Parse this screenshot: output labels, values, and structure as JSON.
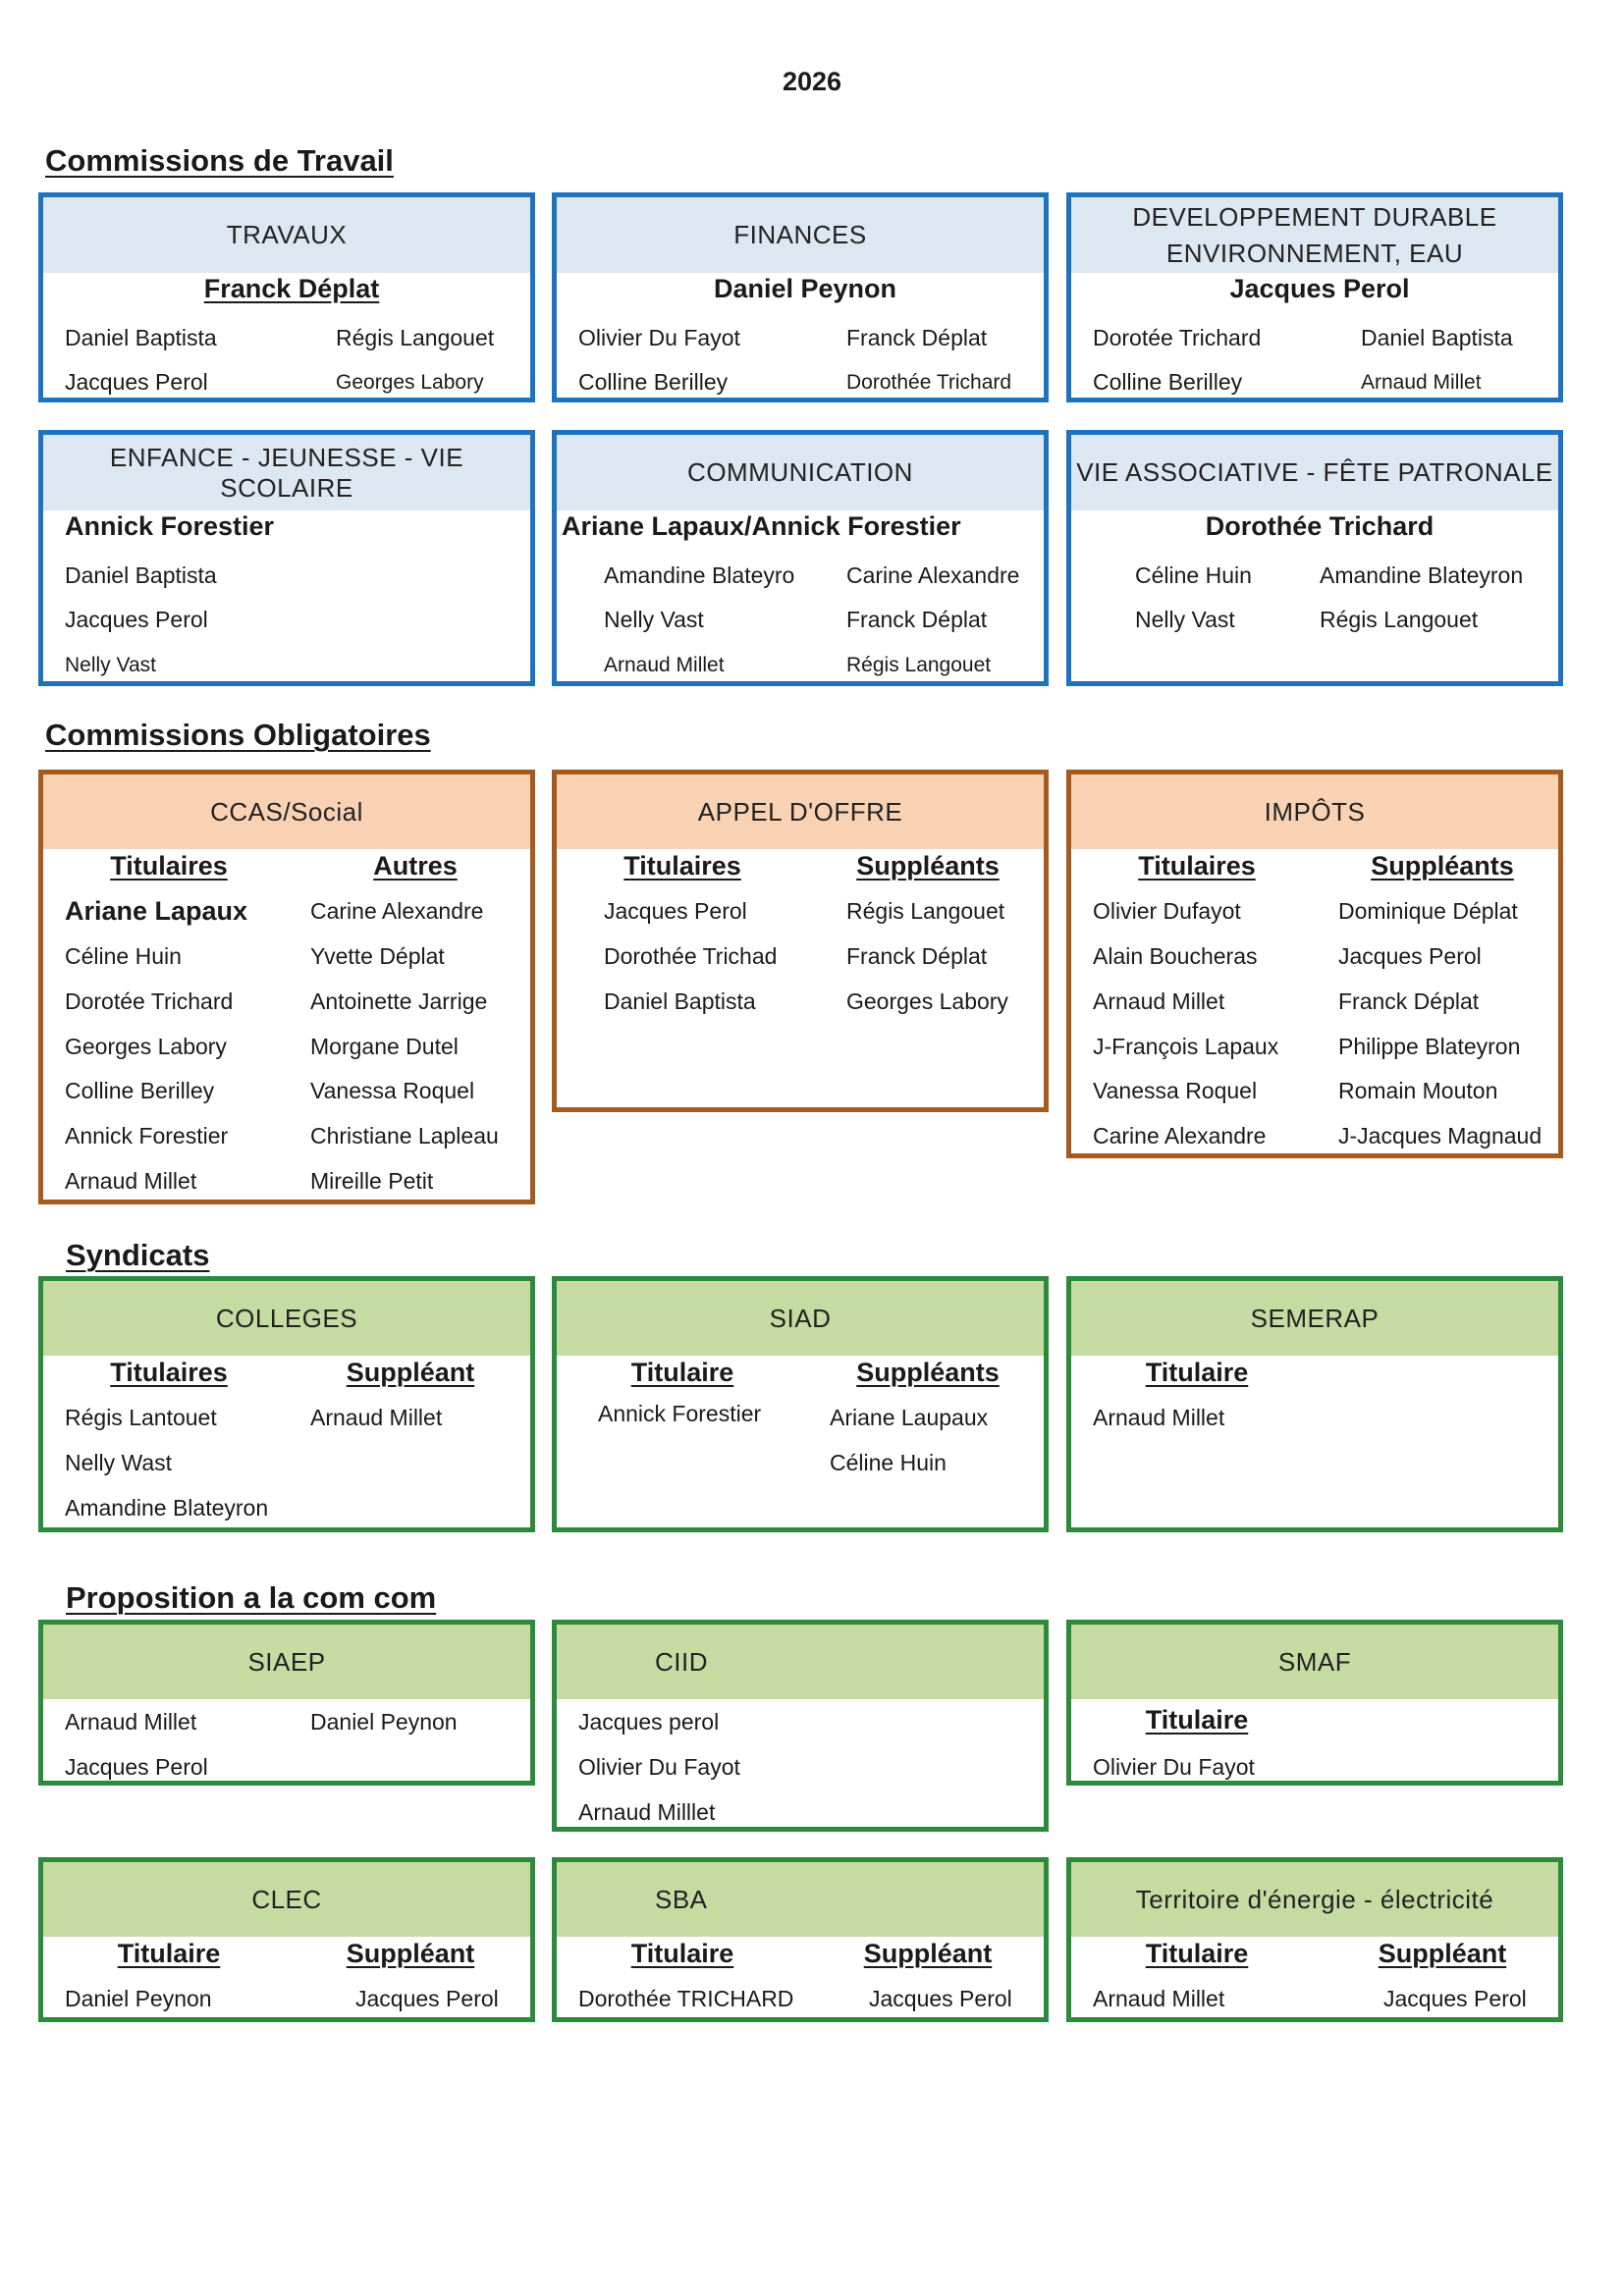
{
  "year": "2026",
  "sections": {
    "travail": "Commissions de Travail",
    "obligatoires": "Commissions Obligatoires",
    "syndicats": "Syndicats",
    "proposition": "Proposition a la com com"
  },
  "travaux": {
    "title": "TRAVAUX",
    "lead": "Franck Déplat",
    "members": [
      "Daniel Baptista",
      "Régis Langouet",
      "Jacques Perol",
      "Georges Labory"
    ]
  },
  "finances": {
    "title": "FINANCES",
    "lead": "Daniel Peynon",
    "members": [
      "Olivier Du Fayot",
      "Franck Déplat",
      "Colline Berilley",
      "Dorothée Trichard"
    ]
  },
  "developpement": {
    "title_line1": "DEVELOPPEMENT DURABLE",
    "title_line2": "ENVIRONNEMENT, EAU",
    "lead": "Jacques Perol",
    "members": [
      "Dorotée Trichard",
      "Daniel Baptista",
      "Colline Berilley",
      "Arnaud Millet"
    ]
  },
  "enfance": {
    "title": "ENFANCE - JEUNESSE - VIE SCOLAIRE",
    "lead": "Annick Forestier",
    "members": [
      "Daniel Baptista",
      "Jacques Perol",
      "Nelly Vast"
    ]
  },
  "communication": {
    "title": "COMMUNICATION",
    "lead": "Ariane Lapaux/Annick Forestier",
    "members": [
      "Amandine Blateyro",
      "Carine Alexandre",
      "Nelly Vast",
      "Franck Déplat",
      "Arnaud Millet",
      "Régis Langouet"
    ]
  },
  "vie_associative": {
    "title": "VIE ASSOCIATIVE - FÊTE PATRONALE",
    "lead": "Dorothée Trichard",
    "members": [
      "Céline Huin",
      "Amandine Blateyron",
      "Nelly Vast",
      "Régis Langouet"
    ]
  },
  "ccas": {
    "title": "CCAS/Social",
    "col1_head": "Titulaires",
    "col2_head": "Autres",
    "col1": [
      "Ariane Lapaux",
      "Céline Huin",
      "Dorotée Trichard",
      "Georges Labory",
      "Colline Berilley",
      "Annick Forestier",
      "Arnaud Millet"
    ],
    "col2": [
      "Carine Alexandre",
      "Yvette Déplat",
      "Antoinette Jarrige",
      "Morgane Dutel",
      "Vanessa Roquel",
      "Christiane Lapleau",
      "Mireille Petit"
    ]
  },
  "appel": {
    "title": "APPEL D'OFFRE",
    "col1_head": "Titulaires",
    "col2_head": "Suppléants",
    "col1": [
      "Jacques Perol",
      "Dorothée Trichad",
      "Daniel Baptista"
    ],
    "col2": [
      "Régis Langouet",
      "Franck Déplat",
      "Georges Labory"
    ]
  },
  "impots": {
    "title": "IMPÔTS",
    "col1_head": "Titulaires",
    "col2_head": "Suppléants",
    "col1": [
      "Olivier Dufayot",
      "Alain Boucheras",
      "Arnaud Millet",
      "J-François Lapaux",
      "Vanessa Roquel",
      "Carine Alexandre"
    ],
    "col2": [
      "Dominique Déplat",
      "Jacques Perol",
      "Franck Déplat",
      "Philippe Blateyron",
      "Romain Mouton",
      "J-Jacques Magnaud"
    ]
  },
  "colleges": {
    "title": "COLLEGES",
    "col1_head": "Titulaires",
    "col2_head": "Suppléant ",
    "col1": [
      "Régis Lantouet",
      "Nelly Wast",
      "Amandine Blateyron"
    ],
    "col2": [
      "Arnaud Millet"
    ]
  },
  "siad": {
    "title": "SIAD",
    "col1_head": "Titulaire",
    "col2_head": "Suppléants ",
    "col1": [
      "Annick Forestier"
    ],
    "col2": [
      "Ariane Laupaux",
      "Céline Huin"
    ]
  },
  "semerap": {
    "title": "SEMERAP",
    "col1_head": "Titulaire",
    "col1": [
      "Arnaud Millet"
    ]
  },
  "siaep": {
    "title": "SIAEP",
    "members": [
      "Arnaud Millet",
      "Daniel Peynon",
      "Jacques Perol"
    ]
  },
  "ciid": {
    "title": "CIID",
    "members": [
      "Jacques perol",
      "Olivier Du Fayot",
      "Arnaud Milllet"
    ]
  },
  "smaf": {
    "title": "SMAF",
    "col1_head": "Titulaire",
    "col1": [
      "Olivier Du Fayot"
    ]
  },
  "clec": {
    "title": "CLEC",
    "col1_head": "Titulaire",
    "col2_head": "Suppléant ",
    "col1": [
      "Daniel Peynon"
    ],
    "col2": [
      "Jacques Perol"
    ]
  },
  "sba": {
    "title": "SBA",
    "col1_head": "Titulaire",
    "col2_head": "Suppléant ",
    "col1": [
      "Dorothée TRICHARD"
    ],
    "col2": [
      "Jacques Perol"
    ]
  },
  "territoire": {
    "title": "Territoire d'énergie - électricité",
    "col1_head": "Titulaire",
    "col2_head": "Suppléant",
    "col1": [
      "Arnaud Millet"
    ],
    "col2": [
      "Jacques Perol"
    ]
  }
}
